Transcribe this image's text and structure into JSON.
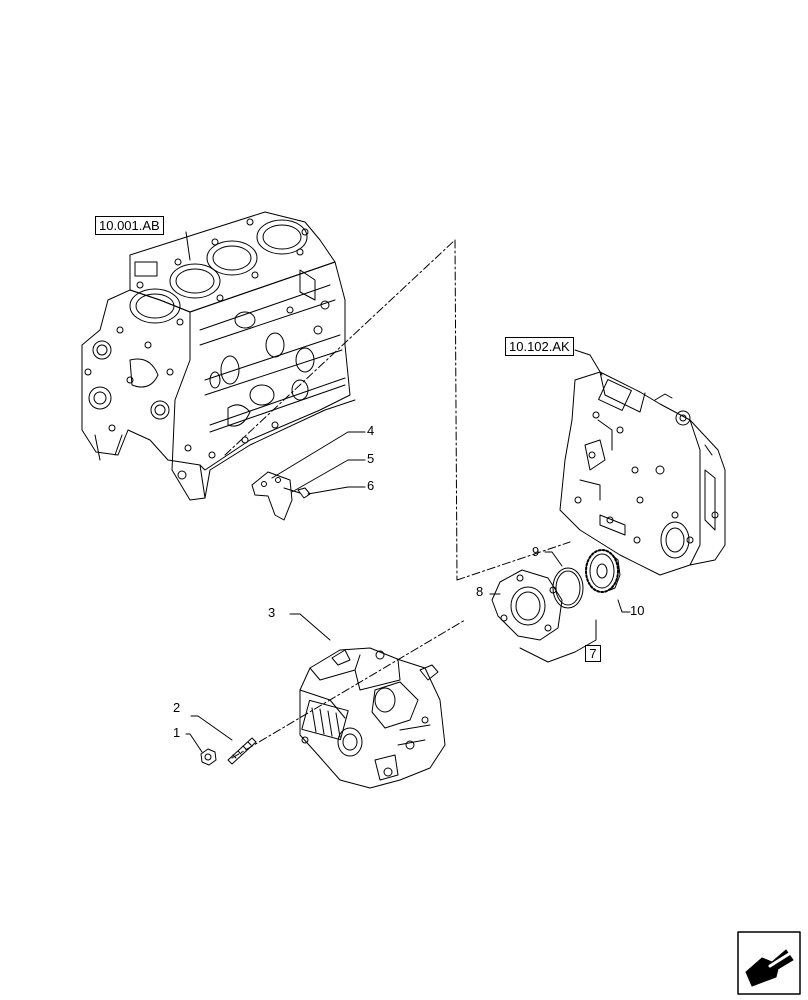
{
  "references": {
    "block": "10.001.AB",
    "cover": "10.102.AK"
  },
  "callouts": {
    "c1": "1",
    "c2": "2",
    "c3": "3",
    "c4": "4",
    "c5": "5",
    "c6": "6",
    "c7": "7",
    "c8": "8",
    "c9": "9",
    "c10": "10"
  },
  "navigation": {
    "icon": "next-page-arrow-icon"
  }
}
